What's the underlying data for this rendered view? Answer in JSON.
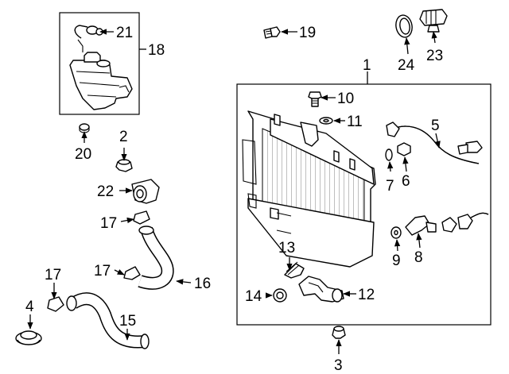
{
  "callouts": {
    "c1": "1",
    "c2": "2",
    "c3": "3",
    "c4": "4",
    "c5": "5",
    "c6": "6",
    "c7": "7",
    "c8": "8",
    "c9": "9",
    "c10": "10",
    "c11": "11",
    "c12": "12",
    "c13": "13",
    "c14": "14",
    "c15": "15",
    "c16": "16",
    "c17a": "17",
    "c17b": "17",
    "c17c": "17",
    "c18": "18",
    "c19": "19",
    "c20": "20",
    "c21": "21",
    "c22": "22",
    "c23": "23",
    "c24": "24"
  }
}
